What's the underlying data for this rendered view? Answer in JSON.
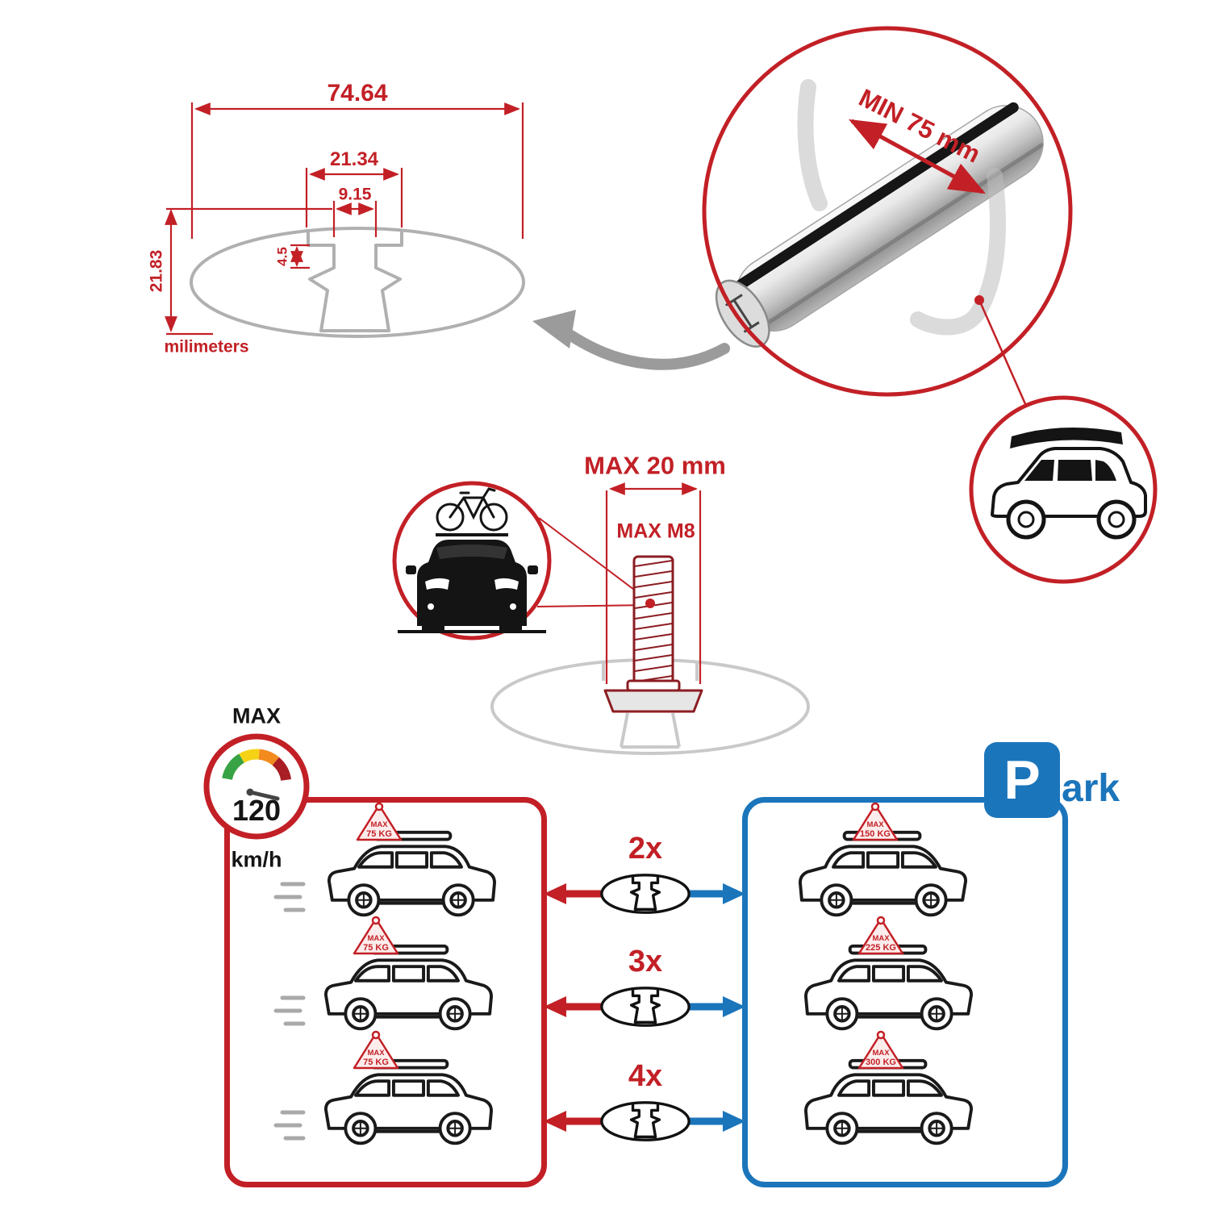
{
  "colors": {
    "red": "#c22026",
    "blue": "#1b75bb",
    "gray": "#b3b3b3",
    "black": "#151515"
  },
  "dimension_diagram": {
    "overall_width": "74.64",
    "channel_width": "21.34",
    "slot_width": "9.15",
    "lip_height": "4.5",
    "overall_height": "21.83",
    "units_label": "milimeters"
  },
  "bar_callout": {
    "min_span_label": "MIN 75 mm"
  },
  "bolt_callout": {
    "max_width_label": "MAX 20 mm",
    "max_thread_label": "MAX M8"
  },
  "speed_limit": {
    "title": "MAX",
    "value": "120",
    "units": "km/h"
  },
  "driving_panel": {
    "cars": [
      {
        "sign_title": "MAX",
        "sign_value": "75 KG"
      },
      {
        "sign_title": "MAX",
        "sign_value": "75 KG"
      },
      {
        "sign_title": "MAX",
        "sign_value": "75 KG"
      }
    ]
  },
  "multipliers": [
    {
      "label": "2x"
    },
    {
      "label": "3x"
    },
    {
      "label": "4x"
    }
  ],
  "parking_panel": {
    "sign_p": "P",
    "sign_suffix": "ark",
    "cars": [
      {
        "sign_title": "MAX",
        "sign_value": "150 KG"
      },
      {
        "sign_title": "MAX",
        "sign_value": "225 KG"
      },
      {
        "sign_title": "MAX",
        "sign_value": "300 KG"
      }
    ]
  }
}
